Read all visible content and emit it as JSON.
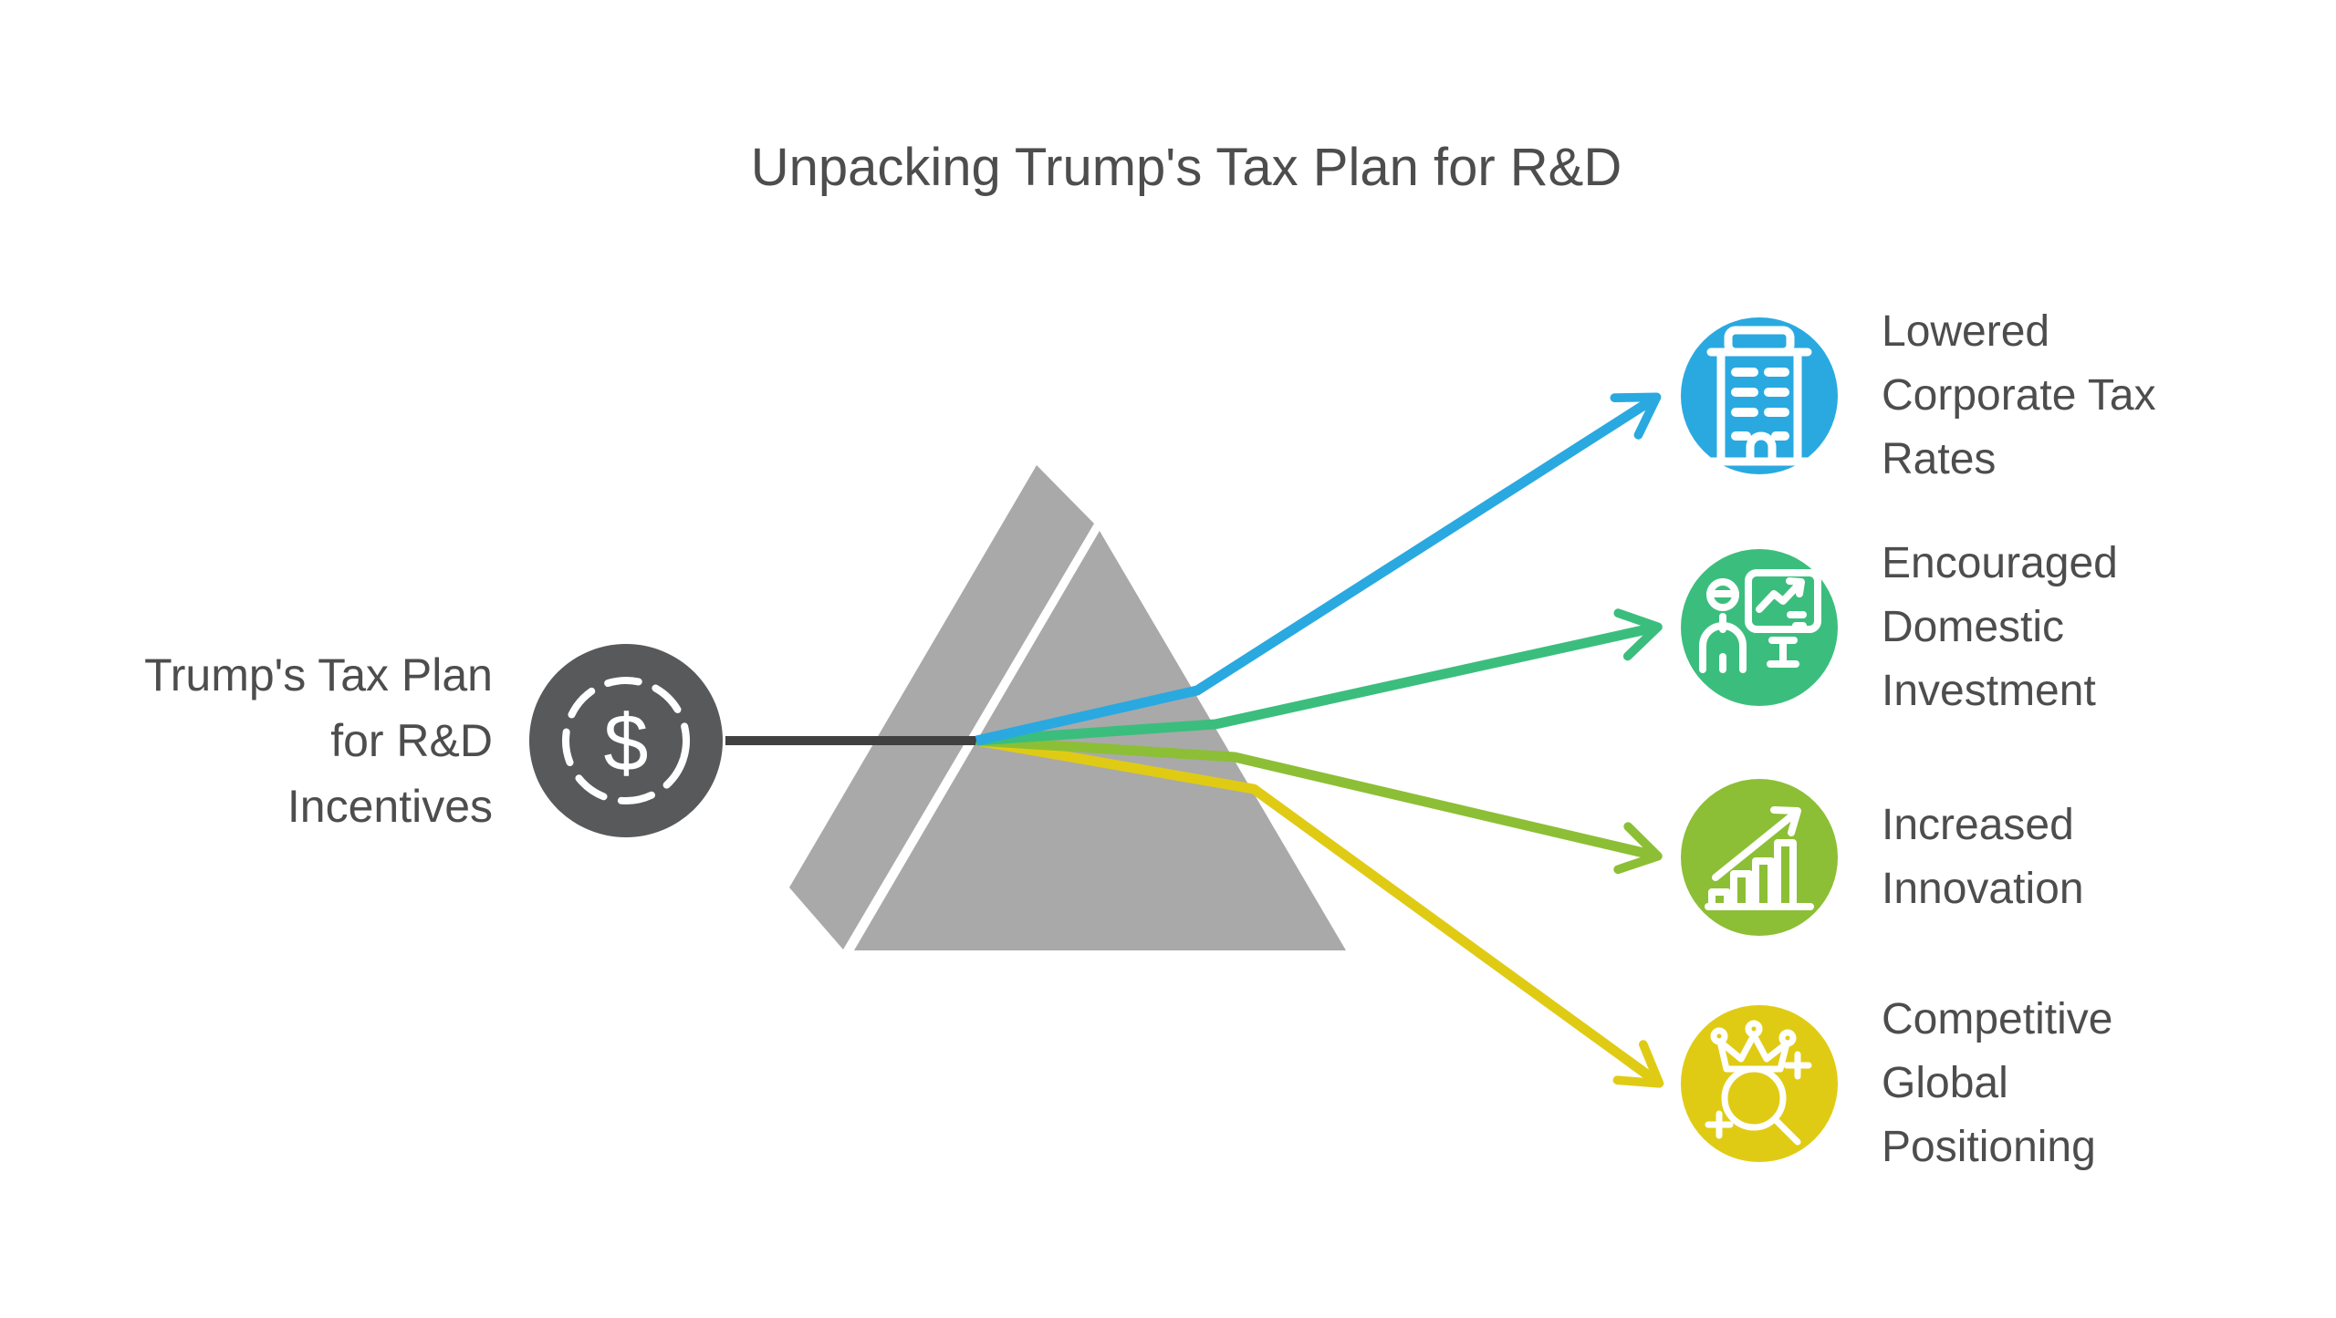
{
  "title": "Unpacking Trump's Tax Plan for R&D",
  "source": {
    "lines": [
      "Trump's Tax Plan",
      "for R&D",
      "Incentives"
    ],
    "icon": "dollar-coin-icon",
    "symbol": "$",
    "coin_color": "#58595b"
  },
  "prism": {
    "icon": "prism-triangle",
    "color": "#a9a9a9",
    "beam_color": "#404040"
  },
  "outcomes": [
    {
      "id": "lowered-corporate-tax-rates",
      "icon": "office-building-icon",
      "color": "#29a9e0",
      "lines": [
        "Lowered",
        "Corporate Tax",
        "Rates"
      ]
    },
    {
      "id": "encouraged-domestic-investment",
      "icon": "presenter-whiteboard-icon",
      "color": "#3bbe7d",
      "lines": [
        "Encouraged",
        "Domestic",
        "Investment"
      ]
    },
    {
      "id": "increased-innovation",
      "icon": "growth-bar-chart-icon",
      "color": "#8cbf35",
      "lines": [
        "Increased",
        "Innovation"
      ]
    },
    {
      "id": "competitive-global-positioning",
      "icon": "crown-magnifier-icon",
      "color": "#e0cb14",
      "lines": [
        "Competitive",
        "Global",
        "Positioning"
      ]
    }
  ],
  "text_color": "#4d4d4d"
}
